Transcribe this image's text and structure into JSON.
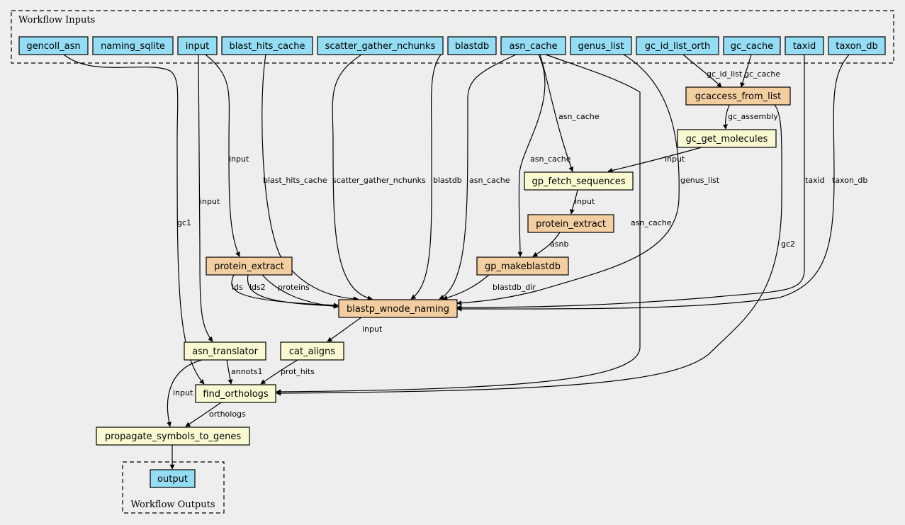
{
  "clusters": {
    "inputs": {
      "label": "Workflow Inputs"
    },
    "outputs": {
      "label": "Workflow Outputs"
    }
  },
  "colors": {
    "io": "#94ddf4",
    "process": "#f3cea1",
    "step": "#fafad2",
    "background": "#eeeeee"
  },
  "nodes": [
    {
      "id": "gencoll_asn",
      "label": "gencoll_asn",
      "kind": "io"
    },
    {
      "id": "naming_sqlite",
      "label": "naming_sqlite",
      "kind": "io"
    },
    {
      "id": "input",
      "label": "input",
      "kind": "io"
    },
    {
      "id": "blast_hits_cache",
      "label": "blast_hits_cache",
      "kind": "io"
    },
    {
      "id": "scatter_gather_nchunks",
      "label": "scatter_gather_nchunks",
      "kind": "io"
    },
    {
      "id": "blastdb",
      "label": "blastdb",
      "kind": "io"
    },
    {
      "id": "asn_cache",
      "label": "asn_cache",
      "kind": "io"
    },
    {
      "id": "genus_list",
      "label": "genus_list",
      "kind": "io"
    },
    {
      "id": "gc_id_list_orth",
      "label": "gc_id_list_orth",
      "kind": "io"
    },
    {
      "id": "gc_cache",
      "label": "gc_cache",
      "kind": "io"
    },
    {
      "id": "taxid",
      "label": "taxid",
      "kind": "io"
    },
    {
      "id": "taxon_db",
      "label": "taxon_db",
      "kind": "io"
    },
    {
      "id": "gcaccess_from_list",
      "label": "gcaccess_from_list",
      "kind": "process"
    },
    {
      "id": "gc_get_molecules",
      "label": "gc_get_molecules",
      "kind": "step"
    },
    {
      "id": "gp_fetch_sequences",
      "label": "gp_fetch_sequences",
      "kind": "step"
    },
    {
      "id": "protein_extract_top",
      "label": "protein_extract",
      "kind": "process"
    },
    {
      "id": "gp_makeblastdb",
      "label": "gp_makeblastdb",
      "kind": "process"
    },
    {
      "id": "protein_extract",
      "label": "protein_extract",
      "kind": "process"
    },
    {
      "id": "blastp_wnode_naming",
      "label": "blastp_wnode_naming",
      "kind": "process"
    },
    {
      "id": "asn_translator",
      "label": "asn_translator",
      "kind": "step"
    },
    {
      "id": "cat_aligns",
      "label": "cat_aligns",
      "kind": "step"
    },
    {
      "id": "find_orthologs",
      "label": "find_orthologs",
      "kind": "step"
    },
    {
      "id": "propagate_symbols_to_genes",
      "label": "propagate_symbols_to_genes",
      "kind": "step"
    },
    {
      "id": "output",
      "label": "output",
      "kind": "io"
    }
  ],
  "edges": [
    {
      "id": "gc_id_list_orth-gcaccess",
      "from": "gc_id_list_orth",
      "to": "gcaccess_from_list",
      "label": "gc_id_list"
    },
    {
      "id": "gc_cache-gcaccess",
      "from": "gc_cache",
      "to": "gcaccess_from_list",
      "label": "gc_cache"
    },
    {
      "id": "gcaccess-gc_get_molecules",
      "from": "gcaccess_from_list",
      "to": "gc_get_molecules",
      "label": "gc_assembly"
    },
    {
      "id": "asn_cache-gp_fetch",
      "from": "asn_cache",
      "to": "gp_fetch_sequences",
      "label": "asn_cache"
    },
    {
      "id": "gc_get_molecules-gp_fetch",
      "from": "gc_get_molecules",
      "to": "gp_fetch_sequences",
      "label": "input"
    },
    {
      "id": "gp_fetch-protein_extract_top",
      "from": "gp_fetch_sequences",
      "to": "protein_extract_top",
      "label": "input"
    },
    {
      "id": "protein_extract_top-gp_makeblastdb",
      "from": "protein_extract_top",
      "to": "gp_makeblastdb",
      "label": "asnb"
    },
    {
      "id": "asn_cache-gp_makeblastdb",
      "from": "asn_cache",
      "to": "gp_makeblastdb",
      "label": "asn_cache"
    },
    {
      "id": "input-protein_extract",
      "from": "input",
      "to": "protein_extract",
      "label": "input"
    },
    {
      "id": "protein_extract-blastp-ids",
      "from": "protein_extract",
      "to": "blastp_wnode_naming",
      "label": "ids"
    },
    {
      "id": "protein_extract-blastp-lds2",
      "from": "protein_extract",
      "to": "blastp_wnode_naming",
      "label": "lds2"
    },
    {
      "id": "protein_extract-blastp-proteins",
      "from": "protein_extract",
      "to": "blastp_wnode_naming",
      "label": "proteins"
    },
    {
      "id": "blast_hits_cache-blastp",
      "from": "blast_hits_cache",
      "to": "blastp_wnode_naming",
      "label": "blast_hits_cache"
    },
    {
      "id": "scatter-blastp",
      "from": "scatter_gather_nchunks",
      "to": "blastp_wnode_naming",
      "label": "scatter_gather_nchunks"
    },
    {
      "id": "blastdb-blastp",
      "from": "blastdb",
      "to": "blastp_wnode_naming",
      "label": "blastdb"
    },
    {
      "id": "asn_cache-blastp",
      "from": "asn_cache",
      "to": "blastp_wnode_naming",
      "label": "asn_cache"
    },
    {
      "id": "gp_makeblastdb-blastp",
      "from": "gp_makeblastdb",
      "to": "blastp_wnode_naming",
      "label": "blastdb_dir"
    },
    {
      "id": "genus_list-blastp",
      "from": "genus_list",
      "to": "blastp_wnode_naming",
      "label": "genus_list"
    },
    {
      "id": "taxid-blastp",
      "from": "taxid",
      "to": "blastp_wnode_naming",
      "label": "taxid"
    },
    {
      "id": "taxon_db-blastp",
      "from": "taxon_db",
      "to": "blastp_wnode_naming",
      "label": "taxon_db"
    },
    {
      "id": "input-asn_translator",
      "from": "input",
      "to": "asn_translator",
      "label": "input"
    },
    {
      "id": "blastp-cat_aligns",
      "from": "blastp_wnode_naming",
      "to": "cat_aligns",
      "label": "input"
    },
    {
      "id": "gencoll-find_orthologs",
      "from": "gencoll_asn",
      "to": "find_orthologs",
      "label": "gc1"
    },
    {
      "id": "asn_translator-find_orthologs",
      "from": "asn_translator",
      "to": "find_orthologs",
      "label": "annots1"
    },
    {
      "id": "cat_aligns-find_orthologs",
      "from": "cat_aligns",
      "to": "find_orthologs",
      "label": "prot_hits"
    },
    {
      "id": "asn_cache-find_orthologs",
      "from": "asn_cache",
      "to": "find_orthologs",
      "label": "asn_cache"
    },
    {
      "id": "gcaccess-find_orthologs",
      "from": "gcaccess_from_list",
      "to": "find_orthologs",
      "label": "gc2"
    },
    {
      "id": "asn_translator-propagate",
      "from": "asn_translator",
      "to": "propagate_symbols_to_genes",
      "label": "input"
    },
    {
      "id": "find_orthologs-propagate",
      "from": "find_orthologs",
      "to": "propagate_symbols_to_genes",
      "label": "orthologs"
    },
    {
      "id": "propagate-output",
      "from": "propagate_symbols_to_genes",
      "to": "output",
      "label": ""
    }
  ]
}
